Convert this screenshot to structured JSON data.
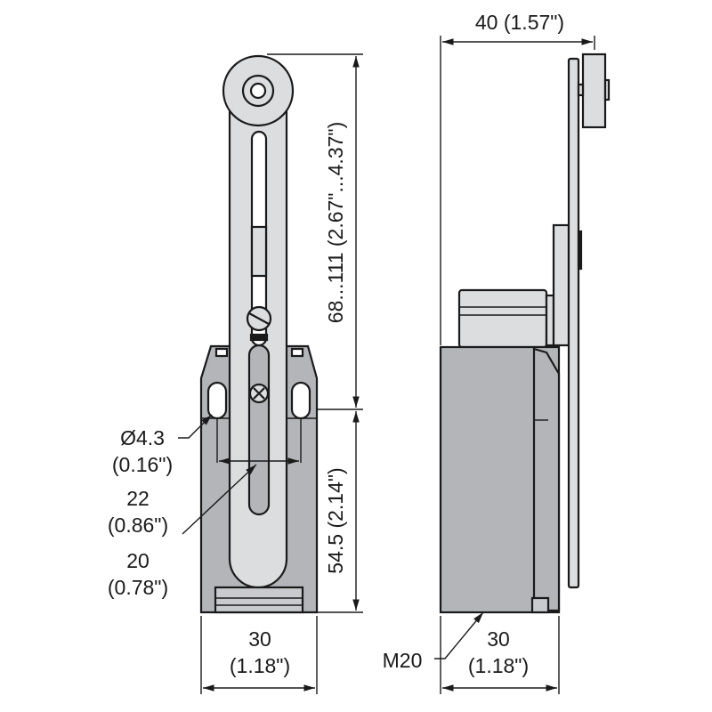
{
  "colors": {
    "body": "#b3b5b8",
    "lever": "#dcdddf",
    "line": "#1a1a1a"
  },
  "front_view": {
    "height_range_label": "68...111 (2.67\"...4.37\")",
    "height_body_label": "54.5 (2.14\")",
    "width_label": "30",
    "width_label_in": "(1.18\")",
    "hole_label": "Ø4.3",
    "hole_label_in": "(0.16\")",
    "spacing_label": "22",
    "spacing_label_in": "(0.86\")",
    "slot_label": "20",
    "slot_label_in": "(0.78\")"
  },
  "side_view": {
    "depth_label": "40 (1.57\")",
    "width_label": "30",
    "width_label_in": "(1.18\")",
    "thread_label": "M20"
  }
}
